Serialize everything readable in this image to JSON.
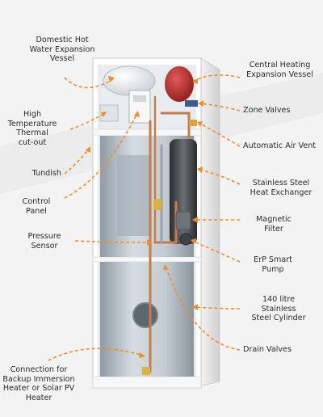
{
  "colors": {
    "accent": "#f28c28",
    "label_text": "#2b2b2b",
    "cabinet": "#ffffff",
    "cylinder": "#b9c3cb"
  },
  "labels": [
    {
      "id": "dhw-expansion-vessel",
      "text": "Domestic Hot\nWater Expansion\nVessel"
    },
    {
      "id": "central-heating-expansion-vessel",
      "text": "Central Heating\nExpansion Vessel"
    },
    {
      "id": "high-temperature-thermal-cutout",
      "text": "High\nTemperature\nThermal\ncut-out"
    },
    {
      "id": "zone-valves",
      "text": "Zone Valves"
    },
    {
      "id": "automatic-air-vent",
      "text": "Automatic Air Vent"
    },
    {
      "id": "tundish",
      "text": "Tundish"
    },
    {
      "id": "stainless-steel-heat-exchanger",
      "text": "Stainless Steel\nHeat Exchanger"
    },
    {
      "id": "control-panel",
      "text": "Control\nPanel"
    },
    {
      "id": "magnetic-filter",
      "text": "Magnetic\nFilter"
    },
    {
      "id": "pressure-sensor",
      "text": "Pressure\nSensor"
    },
    {
      "id": "erp-smart-pump",
      "text": "ErP Smart\nPump"
    },
    {
      "id": "cylinder-140-litre",
      "text": "140 litre\nStainless\nSteel Cylinder"
    },
    {
      "id": "drain-valves",
      "text": "Drain Valves"
    },
    {
      "id": "backup-immersion-connection",
      "text": "Connection for\nBackup Immersion\nHeater or Solar PV\nHeater"
    }
  ]
}
